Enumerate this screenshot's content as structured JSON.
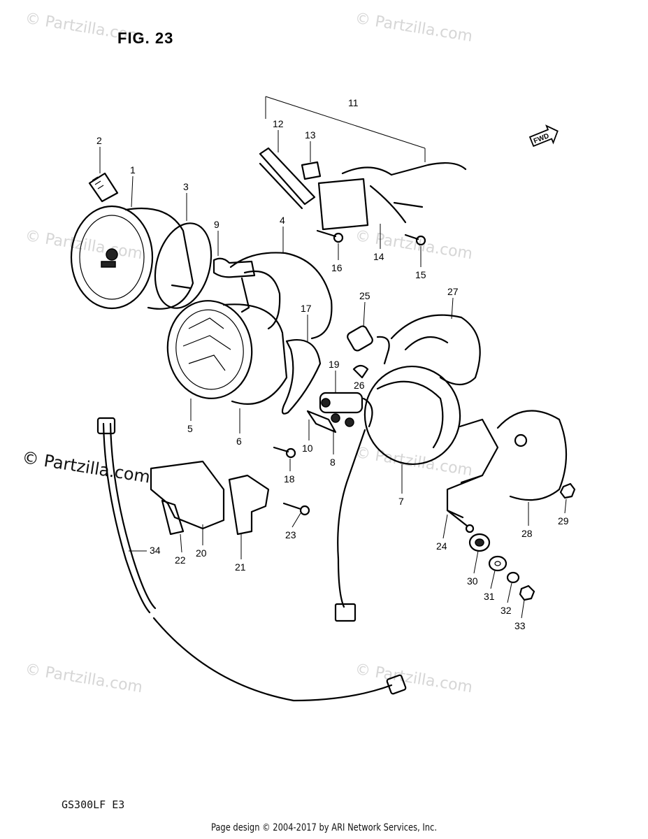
{
  "figure": {
    "title": "FIG. 23"
  },
  "model_code": "GS300LF  E3",
  "footer": "Page design © 2004-2017 by ARI Network Services, Inc.",
  "watermark": {
    "text": "© Partzilla.com"
  },
  "direction_tag": "FWD",
  "callouts": [
    "1",
    "2",
    "3",
    "4",
    "5",
    "6",
    "7",
    "8",
    "9",
    "10",
    "11",
    "12",
    "13",
    "14",
    "15",
    "16",
    "17",
    "18",
    "19",
    "20",
    "21",
    "22",
    "23",
    "24",
    "25",
    "26",
    "27",
    "28",
    "29",
    "30",
    "31",
    "32",
    "33",
    "34"
  ]
}
